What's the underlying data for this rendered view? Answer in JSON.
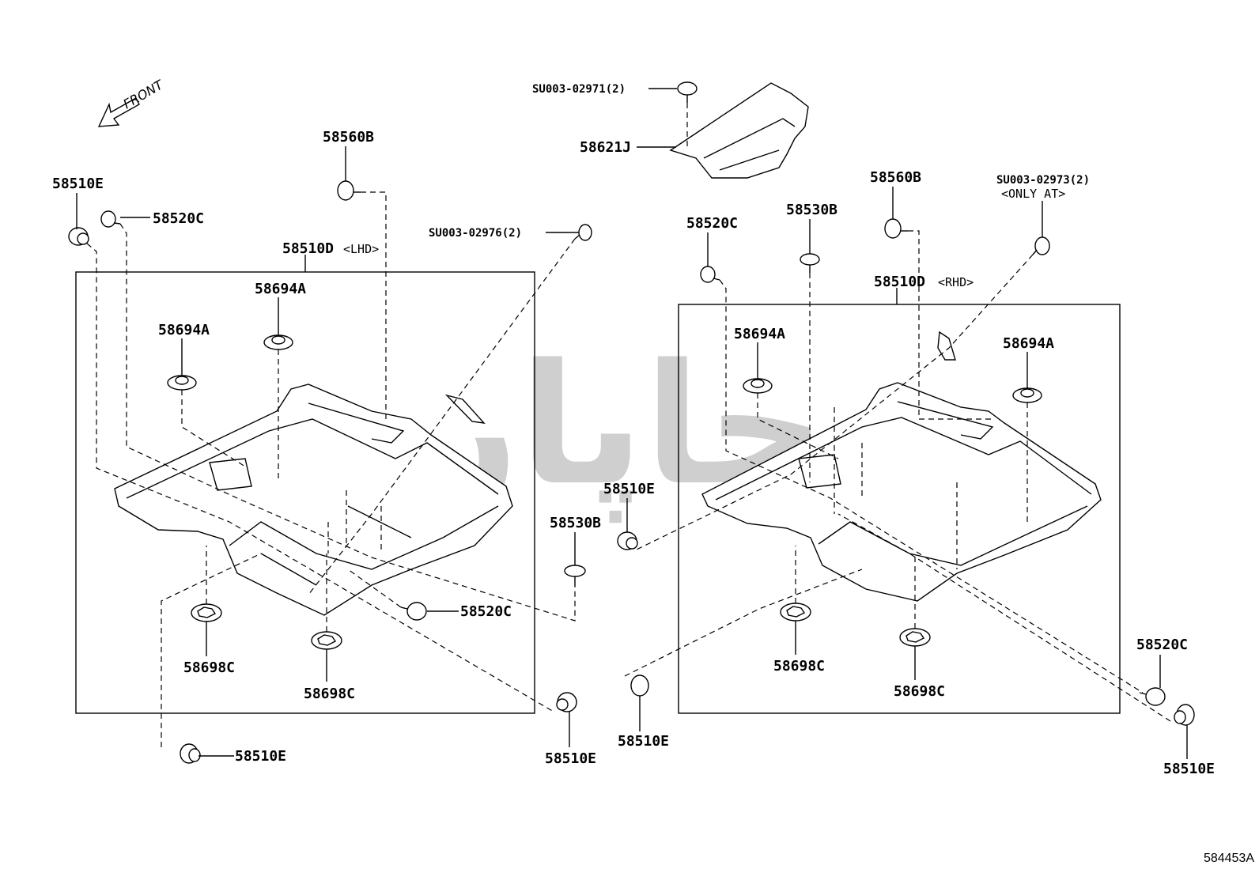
{
  "watermark": "چاپار",
  "front_label": "FRONT",
  "diagram_code": "584453A",
  "left_group": {
    "frame_label": "58510D",
    "frame_note": "<LHD>",
    "parts": {
      "p58510E_tl": "58510E",
      "p58520C_t": "58520C",
      "p58560B": "58560B",
      "pSU2976": "SU003-02976(2)",
      "p58694A_a": "58694A",
      "p58694A_b": "58694A",
      "p58698C_a": "58698C",
      "p58698C_b": "58698C",
      "p58520C_b": "58520C",
      "p58530B": "58530B",
      "p58510E_b": "58510E",
      "p58510E_br": "58510E"
    }
  },
  "top_group": {
    "pSU2971": "SU003-02971(2)",
    "p58621J": "58621J"
  },
  "right_group": {
    "frame_label": "58510D",
    "frame_note": "<RHD>",
    "parts": {
      "p58560B": "58560B",
      "pSU2973": "SU003-02973(2)",
      "pSU2973_note": "<ONLY AT>",
      "p58520C_t": "58520C",
      "p58530B": "58530B",
      "p58694A_a": "58694A",
      "p58694A_b": "58694A",
      "p58510E_l": "58510E",
      "p58698C_a": "58698C",
      "p58698C_b": "58698C",
      "p58510E_bl": "58510E",
      "p58520C_r": "58520C",
      "p58510E_r": "58510E"
    }
  }
}
